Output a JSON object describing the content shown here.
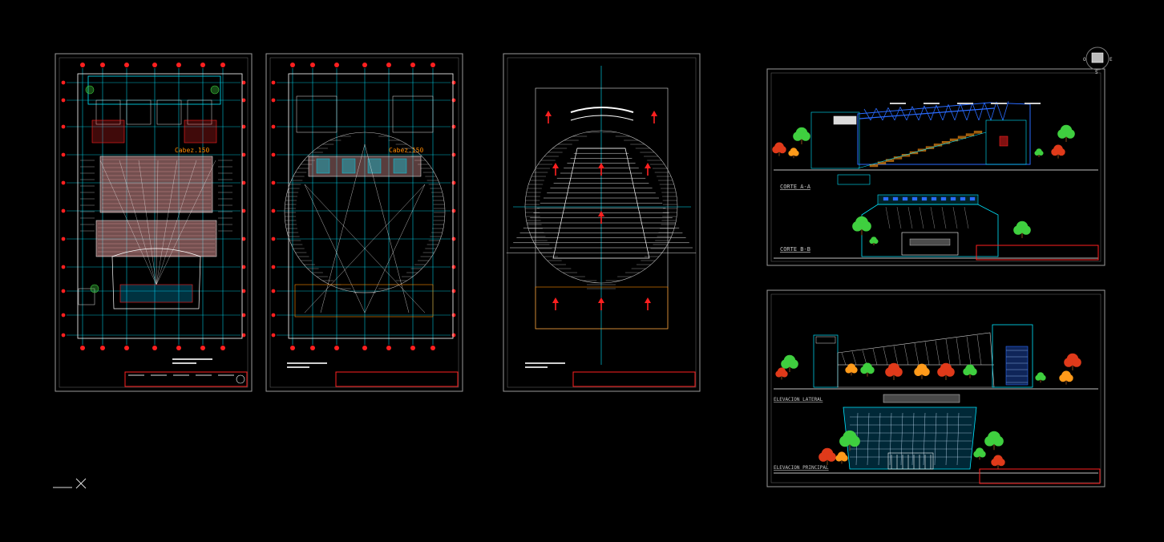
{
  "canvas": {
    "background": "#000000"
  },
  "colors": {
    "frame": "#9a9a9a",
    "grid": "#00e5ff",
    "axis": "#ff2020",
    "line": "#ffffff",
    "accent": "#ff8a00",
    "seat": "#ffb0b0",
    "tree_green": "#3fcf3f",
    "tree_red": "#e03a1a",
    "tree_orange": "#ff9a1a",
    "blue": "#2a6bff",
    "yellow": "#ffe030"
  },
  "sheets": [
    {
      "id": "sheet-1",
      "kind": "floor-plan-1",
      "capacity_label": "Cabez.150"
    },
    {
      "id": "sheet-2",
      "kind": "floor-plan-2",
      "capacity_label": "Cabez.150"
    },
    {
      "id": "sheet-3",
      "kind": "roof-plan"
    },
    {
      "id": "sheet-4",
      "kind": "sections",
      "labels": [
        "CORTE A-A",
        "CORTE B-B"
      ]
    },
    {
      "id": "sheet-5",
      "kind": "elevations",
      "labels": [
        "ELEVACION LATERAL",
        "ELEVACION PRINCIPAL"
      ]
    }
  ],
  "viewcube": {
    "icon": "viewcube-icon"
  },
  "ucs": {
    "icon": "ucs-icon"
  }
}
